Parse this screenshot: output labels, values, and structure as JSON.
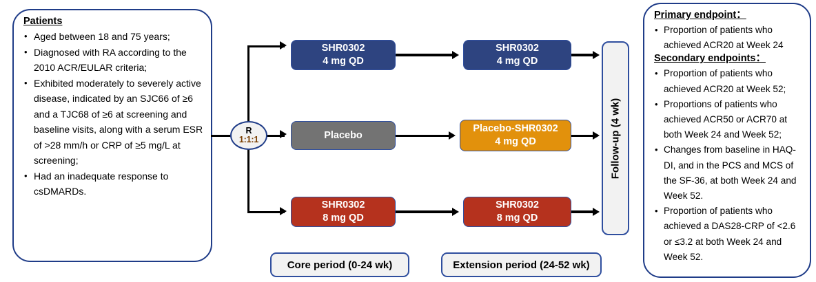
{
  "patients": {
    "heading": "Patients",
    "criteria": [
      "Aged between 18 and 75 years;",
      "Diagnosed with RA according to the 2010 ACR/EULAR criteria;",
      "Exhibited moderately to severely active disease, indicated by an SJC66 of ≥6 and a TJC68 of ≥6 at screening and baseline visits, along with a serum ESR of >28 mm/h or CRP of ≥5 mg/L at screening;",
      "Had an inadequate response to csDMARDs."
    ]
  },
  "randomization": {
    "label": "R",
    "ratio": "1:1:1"
  },
  "arms": {
    "core": [
      {
        "line1": "SHR0302",
        "line2": "4 mg QD",
        "color": "#2E4480"
      },
      {
        "line1": "Placebo",
        "line2": "",
        "color": "#737373"
      },
      {
        "line1": "SHR0302",
        "line2": "8 mg QD",
        "color": "#B5321E"
      }
    ],
    "extension": [
      {
        "line1": "SHR0302",
        "line2": "4 mg QD",
        "color": "#2E4480"
      },
      {
        "line1": "Placebo-SHR0302",
        "line2": "4 mg QD",
        "color": "#E2910C"
      },
      {
        "line1": "SHR0302",
        "line2": "8 mg QD",
        "color": "#B5321E"
      }
    ]
  },
  "followup": {
    "label": "Follow-up (4 wk)"
  },
  "periods": {
    "core": "Core period (0-24 wk)",
    "extension": "Extension period (24-52 wk)"
  },
  "endpoints": {
    "primary_heading": "Primary endpoint：",
    "primary": [
      "Proportion of patients who achieved ACR20 at Week 24"
    ],
    "secondary_heading": "Secondary endpoints：",
    "secondary": [
      "Proportion of patients who achieved ACR20 at Week 52;",
      "Proportions of patients who achieved ACR50 or ACR70 at both Week 24 and Week 52;",
      "Changes from baseline in HAQ-DI, and in the PCS and MCS of the SF-36, at both Week 24 and Week 52.",
      "Proportion of patients who achieved a DAS28-CRP of <2.6 or ≤3.2 at both Week 24 and Week 52."
    ]
  },
  "colors": {
    "border_blue": "#1F3C88",
    "box_border": "#2F4E9E",
    "dark_blue": "#2E4480",
    "gray": "#737373",
    "orange": "#E2910C",
    "red": "#B5321E",
    "ratio_text": "#7A3E00"
  }
}
